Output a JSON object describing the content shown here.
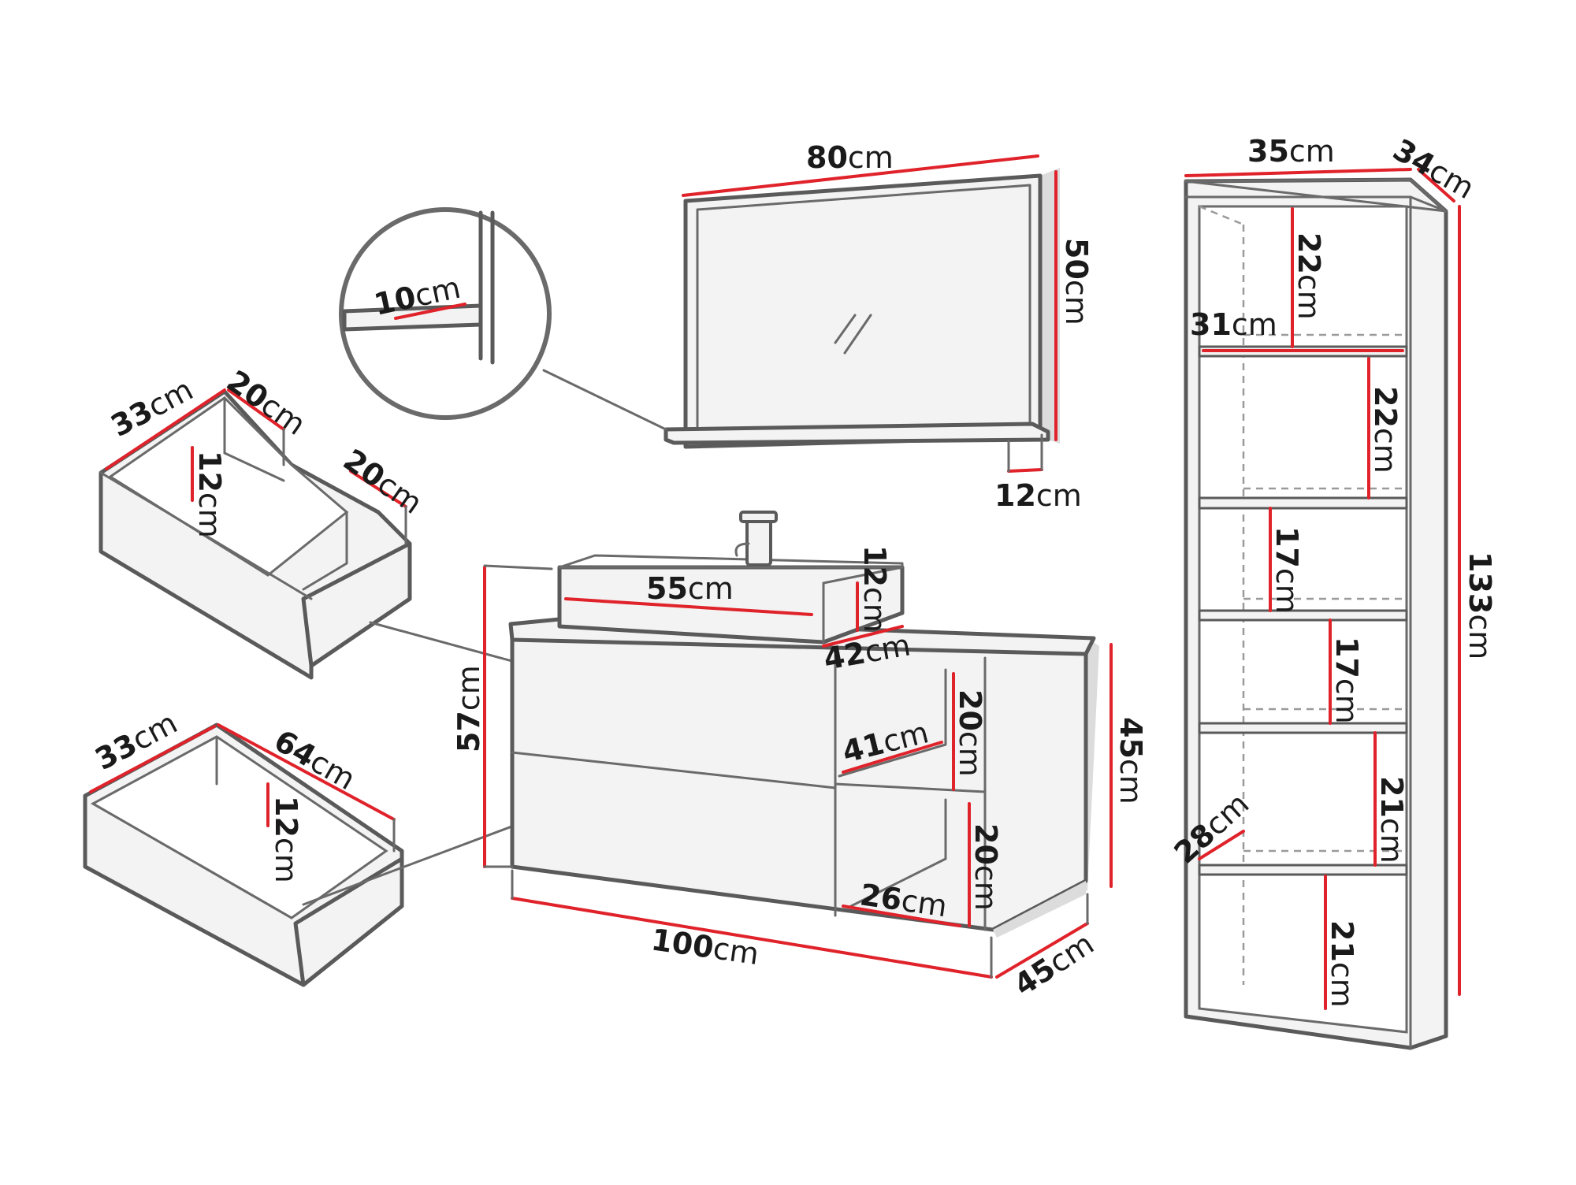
{
  "colors": {
    "background": "#ffffff",
    "outline": "#5a5a5a",
    "dimension_line": "#e0222a",
    "shadow": "#dcdcdc"
  },
  "unit": "cm",
  "dimensions": {
    "mirror_width": "80",
    "mirror_height": "50",
    "mirror_shelf_depth": "12",
    "mirror_detail_shelf": "10",
    "tall_width": "35",
    "tall_depth": "34",
    "tall_height": "133",
    "tall_inner_width": "31",
    "tall_shelf_1": "22",
    "tall_shelf_2": "22",
    "tall_shelf_3": "17",
    "tall_shelf_4": "17",
    "tall_shelf_5": "21",
    "tall_shelf_6": "21",
    "tall_inner_depth": "28",
    "drawer1_width": "33",
    "drawer1_depth": "20",
    "drawer1_height": "12",
    "drawer1_side_depth": "20",
    "drawer2_width": "33",
    "drawer2_depth": "64",
    "drawer2_height": "12",
    "sink_width": "55",
    "sink_height": "12",
    "sink_depth": "42",
    "cabinet_height": "57",
    "cabinet_width": "100",
    "cabinet_depth": "45",
    "cabinet_side_height": "45",
    "shelf_inner_depth": "41",
    "shelf_height_top": "20",
    "shelf_height_bottom": "20",
    "shelf_inner_depth_bottom": "26"
  }
}
